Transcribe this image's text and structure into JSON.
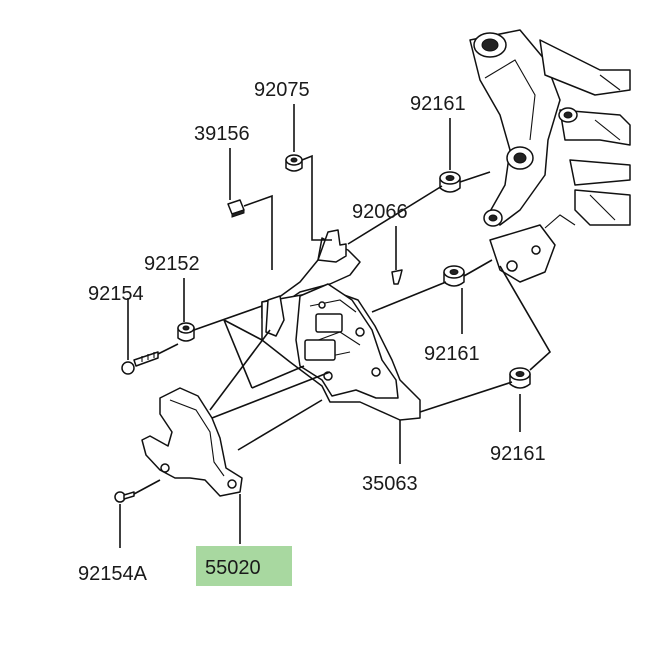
{
  "diagram": {
    "highlight_color": "#a8d8a0",
    "parts": [
      {
        "id": "p1",
        "number": "92075"
      },
      {
        "id": "p2",
        "number": "39156"
      },
      {
        "id": "p3",
        "number": "92161"
      },
      {
        "id": "p4",
        "number": "92066"
      },
      {
        "id": "p5",
        "number": "92152"
      },
      {
        "id": "p6",
        "number": "92154"
      },
      {
        "id": "p7",
        "number": "92161"
      },
      {
        "id": "p8",
        "number": "92161"
      },
      {
        "id": "p9",
        "number": "35063"
      },
      {
        "id": "p10",
        "number": "92154A"
      },
      {
        "id": "p11",
        "number": "55020",
        "highlighted": true
      }
    ]
  }
}
